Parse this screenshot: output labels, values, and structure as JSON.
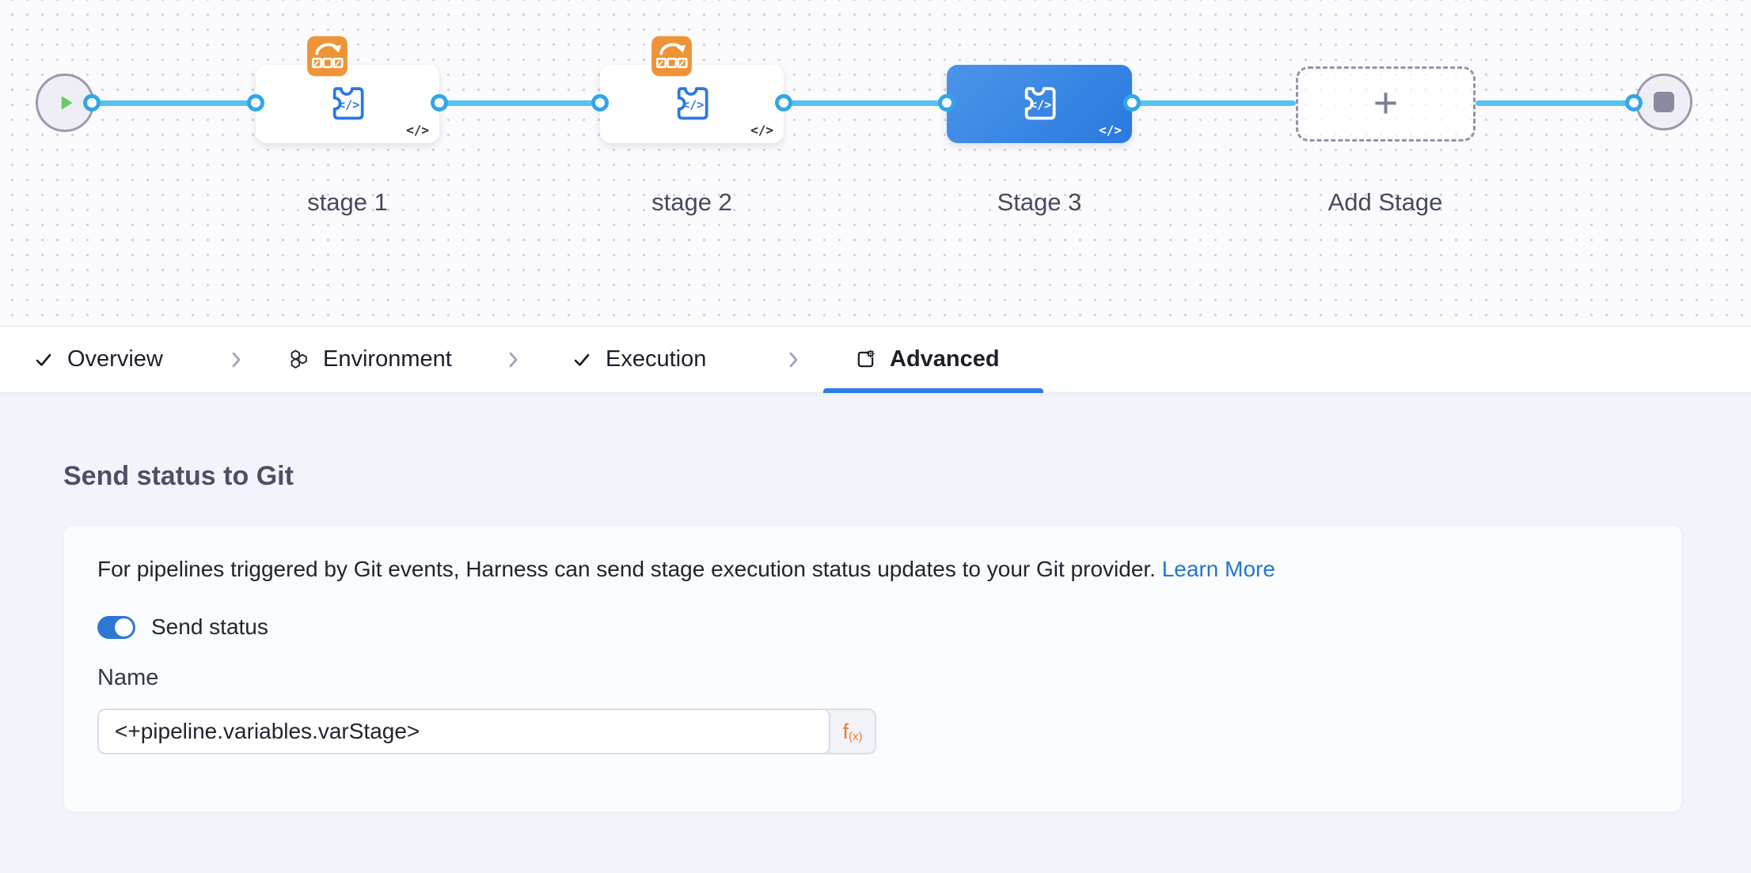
{
  "canvas": {
    "stages": [
      {
        "label": "stage 1",
        "selected": false,
        "badge": true
      },
      {
        "label": "stage 2",
        "selected": false,
        "badge": true
      },
      {
        "label": "Stage 3",
        "selected": true,
        "badge": false
      }
    ],
    "add_stage": {
      "label": "Add Stage",
      "plus": "+"
    },
    "code_glyph": "</>",
    "start_icon": "play-icon",
    "end_icon": "stop-icon"
  },
  "tabs": {
    "separator_icon": "chevron-right-icon",
    "items": [
      {
        "label": "Overview",
        "icon": "check-icon",
        "active": false
      },
      {
        "label": "Environment",
        "icon": "hexagons-icon",
        "active": false
      },
      {
        "label": "Execution",
        "icon": "check-icon",
        "active": false
      },
      {
        "label": "Advanced",
        "icon": "advanced-gear-icon",
        "active": true
      }
    ]
  },
  "panel": {
    "heading": "Send status to Git",
    "description": "For pipelines triggered by Git events, Harness can send stage execution status updates to your Git provider.",
    "learn_more_label": "Learn More",
    "toggle": {
      "label": "Send status",
      "state": "on"
    },
    "name_field": {
      "label": "Name",
      "value": "<+pipeline.variables.varStage>",
      "fx_main": "f",
      "fx_sub": "(x)"
    }
  },
  "colors": {
    "edge_blue": "#56c2f2",
    "connector_ring": "#31a6ea",
    "selected_stage_start": "#4a95e9",
    "selected_stage_end": "#2b79e0",
    "stage_icon_blue": "#2b78e4",
    "badge_orange": "#ed9438",
    "play_green": "#6cc96a",
    "toggle_blue": "#2e78d3",
    "link_blue": "#2277cf",
    "active_tab_underline": "#2b7de4",
    "fx_orange": "#ee7d2c"
  }
}
